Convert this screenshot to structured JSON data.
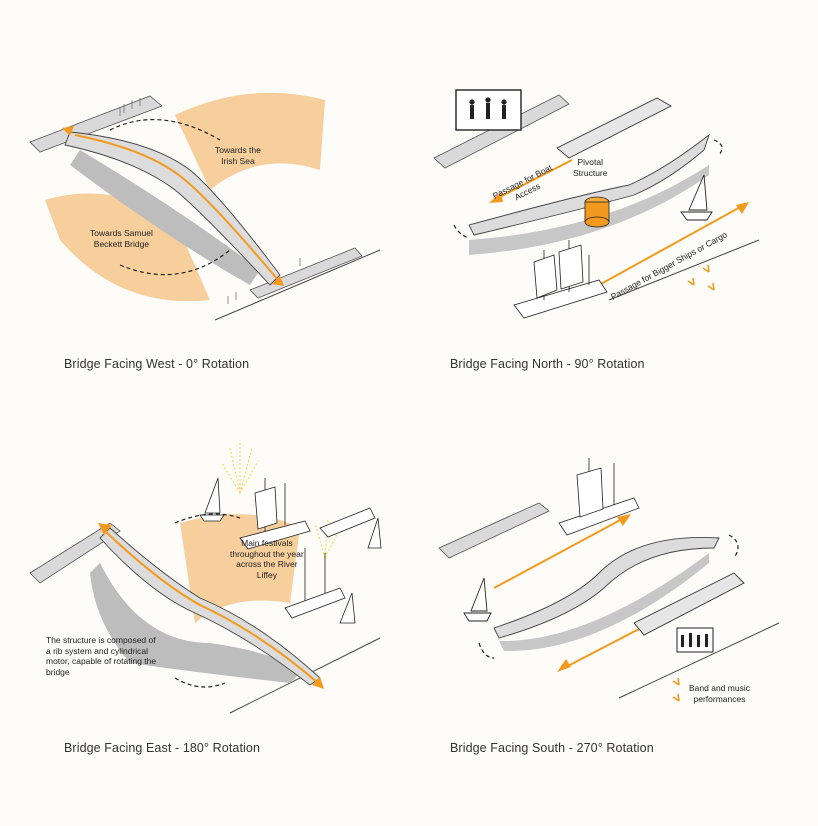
{
  "colors": {
    "accent": "#f39a1e",
    "sector": "#f7cf9d",
    "bridge": "#dcdcdc",
    "shadow": "#bdbdbd",
    "background": "#fdfcf8"
  },
  "panels": {
    "west": {
      "caption": "Bridge Facing West - 0° Rotation",
      "note_sea": "Towards the\nIrish Sea",
      "note_beckett": "Towards Samuel\nBeckett Bridge"
    },
    "north": {
      "caption": "Bridge Facing North - 90° Rotation",
      "note_boat": "Passage for Boat\nAccess",
      "note_pivot": "Pivotal\nStructure",
      "note_ships": "Passage for Bigger Ships or Cargo"
    },
    "east": {
      "caption": "Bridge Facing East - 180° Rotation",
      "note_festivals": "Main festivals\nthroughout the year\nacross the River\nLiffey",
      "note_structure": "The structure is composed of\na rib system and cylindrical\nmotor, capable of rotating the\nbridge"
    },
    "south": {
      "caption": "Bridge Facing South - 270° Rotation",
      "note_band": "Band and music\nperformances"
    }
  }
}
